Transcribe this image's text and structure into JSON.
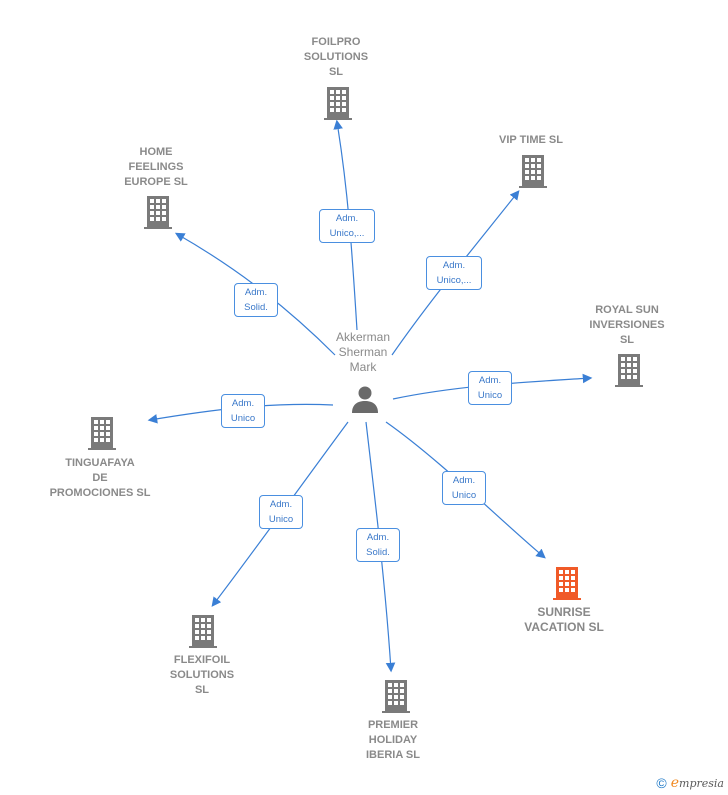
{
  "center": {
    "label": "Akkerman\nSherman\nMark",
    "icon": "person-icon"
  },
  "nodes": [
    {
      "id": "foilpro",
      "label": "FOILPRO\nSOLUTIONS\nSL",
      "edge_label": "Adm.\nUnico,...",
      "color": "#7a7a7a"
    },
    {
      "id": "vip",
      "label": "VIP TIME SL",
      "edge_label": "Adm.\nUnico,...",
      "color": "#7a7a7a"
    },
    {
      "id": "home",
      "label": "HOME\nFEELINGS\nEUROPE SL",
      "edge_label": "Adm.\nSolid.",
      "color": "#7a7a7a"
    },
    {
      "id": "royal",
      "label": "ROYAL SUN\nINVERSIONES\nSL",
      "edge_label": "Adm.\nUnico",
      "color": "#7a7a7a"
    },
    {
      "id": "tinguafaya",
      "label": "TINGUAFAYA\nDE\nPROMOCIONES SL",
      "edge_label": "Adm.\nUnico",
      "color": "#7a7a7a"
    },
    {
      "id": "sunrise",
      "label": "SUNRISE\nVACATION SL",
      "edge_label": "Adm.\nUnico",
      "color": "#f05a28"
    },
    {
      "id": "flexifoil",
      "label": "FLEXIFOIL\nSOLUTIONS\nSL",
      "edge_label": "Adm.\nUnico",
      "color": "#7a7a7a"
    },
    {
      "id": "premier",
      "label": "PREMIER\nHOLIDAY\nIBERIA SL",
      "edge_label": "Adm.\nSolid.",
      "color": "#7a7a7a"
    }
  ],
  "edge_color": "#3a7fd5",
  "footer": {
    "copyright": "©",
    "brand_e": "e",
    "brand_rest": "mpresia"
  }
}
